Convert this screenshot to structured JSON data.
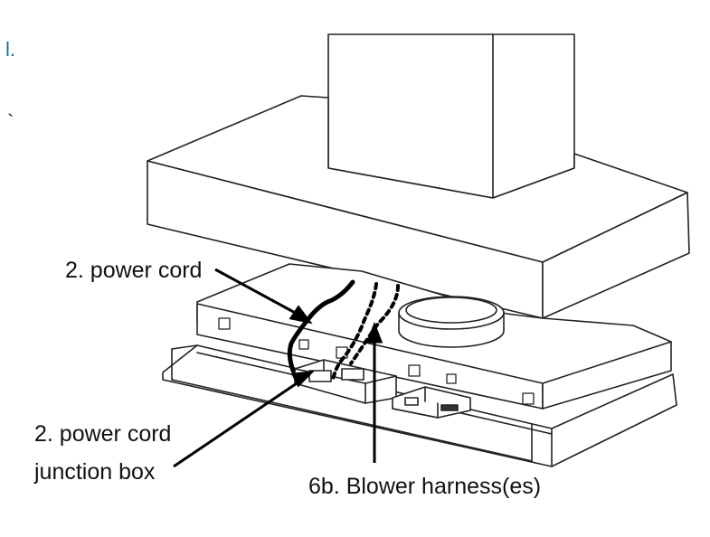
{
  "labels": {
    "power_cord": "2. power cord",
    "junction_line1": "2. power cord",
    "junction_line2": "junction box",
    "blower_harness": "6b. Blower harness(es)"
  },
  "margin_marks": {
    "top": "l.",
    "bottom": "`"
  }
}
